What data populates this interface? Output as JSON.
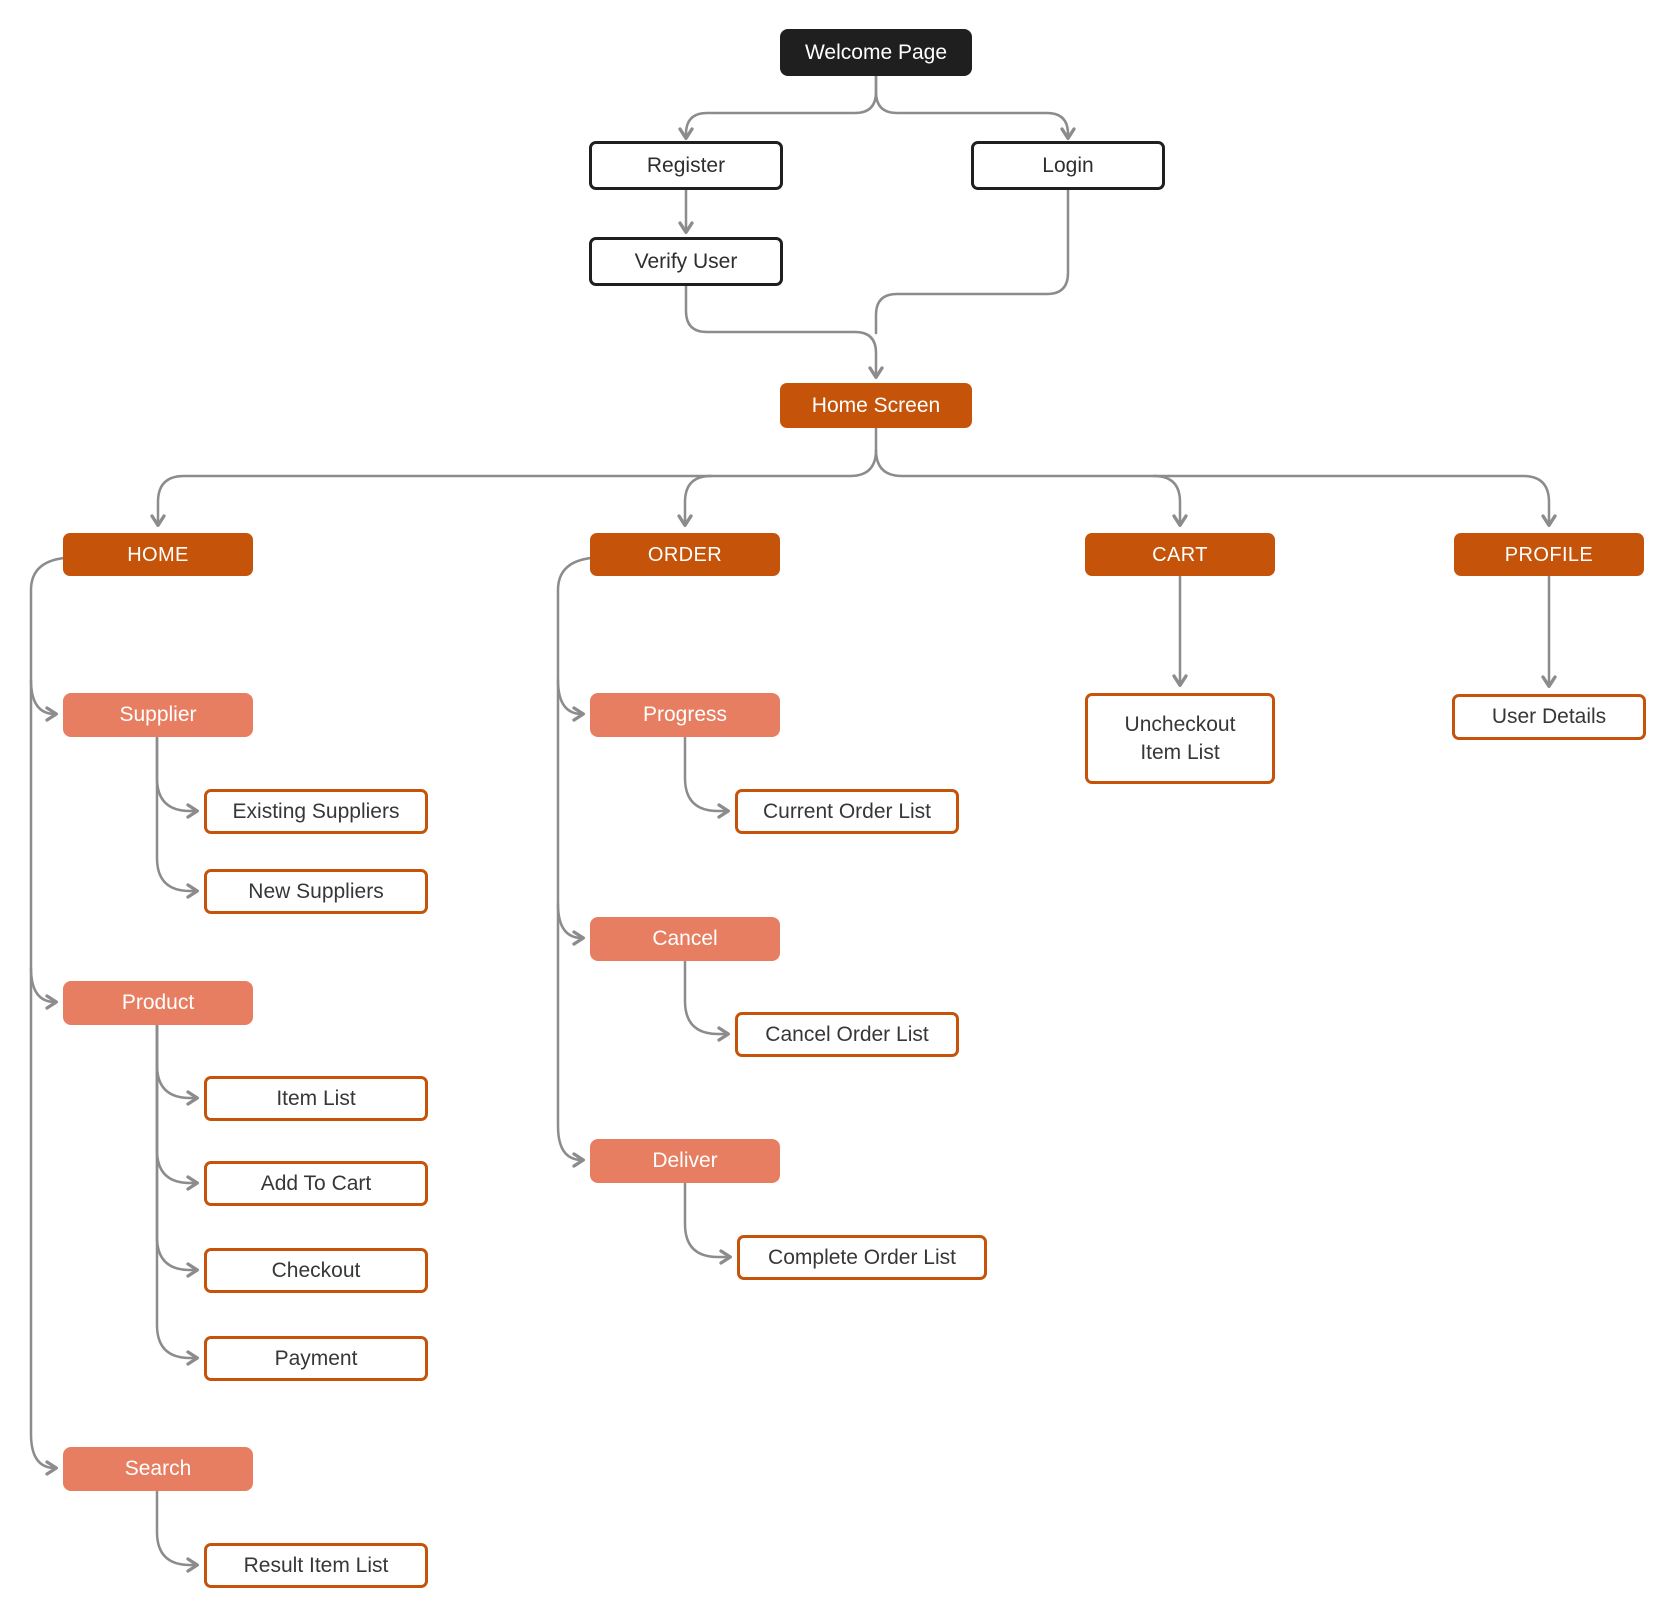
{
  "diagram": {
    "type": "flowchart-sitemap",
    "colors": {
      "dark_node": "#1F1F1F",
      "orange_node": "#C5540A",
      "salmon_node": "#E77E61",
      "outline_border": "#C5540A",
      "connector_gray": "#8C8C8C",
      "text_dark": "#373737",
      "background": "#FFFFFF"
    }
  },
  "nodes": {
    "welcome": {
      "label": "Welcome Page"
    },
    "register": {
      "label": "Register"
    },
    "login": {
      "label": "Login"
    },
    "verify": {
      "label": "Verify User"
    },
    "homescreen": {
      "label": "Home Screen"
    },
    "home": {
      "label": "HOME"
    },
    "order": {
      "label": "ORDER"
    },
    "cart": {
      "label": "CART"
    },
    "profile": {
      "label": "PROFILE"
    },
    "supplier": {
      "label": "Supplier"
    },
    "existing_suppliers": {
      "label": "Existing Suppliers"
    },
    "new_suppliers": {
      "label": "New Suppliers"
    },
    "product": {
      "label": "Product"
    },
    "item_list": {
      "label": "Item List"
    },
    "add_to_cart": {
      "label": "Add To Cart"
    },
    "checkout": {
      "label": "Checkout"
    },
    "payment": {
      "label": "Payment"
    },
    "search": {
      "label": "Search"
    },
    "result_item_list": {
      "label": "Result Item List"
    },
    "progress": {
      "label": "Progress"
    },
    "current_order_list": {
      "label": "Current Order List"
    },
    "cancel": {
      "label": "Cancel"
    },
    "cancel_order_list": {
      "label": "Cancel Order List"
    },
    "deliver": {
      "label": "Deliver"
    },
    "complete_order_list": {
      "label": "Complete Order List"
    },
    "uncheckout_item_list": {
      "label": "Uncheckout Item List"
    },
    "user_details": {
      "label": "User Details"
    }
  },
  "edges": [
    {
      "from": "welcome",
      "to": "register"
    },
    {
      "from": "welcome",
      "to": "login"
    },
    {
      "from": "register",
      "to": "verify"
    },
    {
      "from": "verify",
      "to": "homescreen"
    },
    {
      "from": "login",
      "to": "homescreen"
    },
    {
      "from": "homescreen",
      "to": "home"
    },
    {
      "from": "homescreen",
      "to": "order"
    },
    {
      "from": "homescreen",
      "to": "cart"
    },
    {
      "from": "homescreen",
      "to": "profile"
    },
    {
      "from": "home",
      "to": "supplier"
    },
    {
      "from": "home",
      "to": "product"
    },
    {
      "from": "home",
      "to": "search"
    },
    {
      "from": "supplier",
      "to": "existing_suppliers"
    },
    {
      "from": "supplier",
      "to": "new_suppliers"
    },
    {
      "from": "product",
      "to": "item_list"
    },
    {
      "from": "product",
      "to": "add_to_cart"
    },
    {
      "from": "product",
      "to": "checkout"
    },
    {
      "from": "product",
      "to": "payment"
    },
    {
      "from": "search",
      "to": "result_item_list"
    },
    {
      "from": "order",
      "to": "progress"
    },
    {
      "from": "order",
      "to": "cancel"
    },
    {
      "from": "order",
      "to": "deliver"
    },
    {
      "from": "progress",
      "to": "current_order_list"
    },
    {
      "from": "cancel",
      "to": "cancel_order_list"
    },
    {
      "from": "deliver",
      "to": "complete_order_list"
    },
    {
      "from": "cart",
      "to": "uncheckout_item_list"
    },
    {
      "from": "profile",
      "to": "user_details"
    }
  ]
}
